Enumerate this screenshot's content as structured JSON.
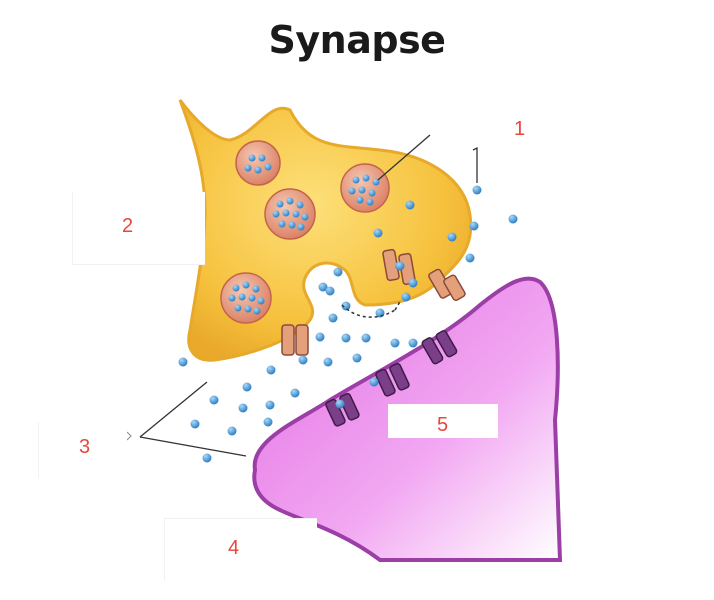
{
  "title": "Synapse",
  "labels": {
    "l1": "1",
    "l2": "2",
    "l3": "3",
    "l4": "4",
    "l5": "5"
  },
  "colors": {
    "presynaptic": "#f7c23e",
    "postsynaptic": "#e87ee6",
    "vesicle": "#e79a7f",
    "neurotransmitter": "#3b8ed0",
    "receptor": "#7b3f8a",
    "channel": "#e4a07a",
    "label": "#e8453c"
  }
}
